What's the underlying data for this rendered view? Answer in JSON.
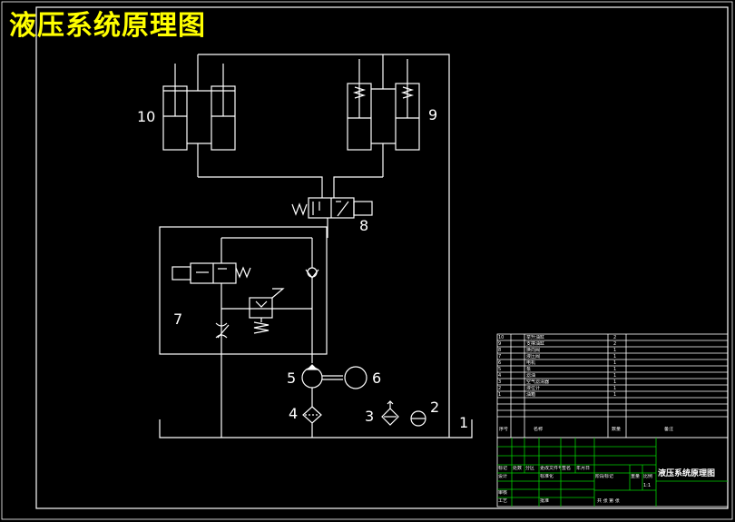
{
  "title": "液压系统原理图",
  "component_labels": {
    "c1": "1",
    "c2": "2",
    "c3": "3",
    "c4": "4",
    "c5": "5",
    "c6": "6",
    "c7": "7",
    "c8": "8",
    "c9": "9",
    "c10": "10"
  },
  "colors": {
    "background": "#000000",
    "line": "#ffffff",
    "title": "#ffff00",
    "table_green": "#00d000"
  },
  "parts_list": {
    "rows": [
      {
        "no": "10",
        "name": "举升油缸",
        "qty": "2"
      },
      {
        "no": "9",
        "name": "支撑油缸",
        "qty": "2"
      },
      {
        "no": "8",
        "name": "换向阀",
        "qty": "1"
      },
      {
        "no": "7",
        "name": "液压阀",
        "qty": "1"
      },
      {
        "no": "6",
        "name": "电机",
        "qty": "1"
      },
      {
        "no": "5",
        "name": "泵",
        "qty": "1"
      },
      {
        "no": "4",
        "name": "滤油",
        "qty": "1"
      },
      {
        "no": "3",
        "name": "空气滤清器",
        "qty": "1"
      },
      {
        "no": "2",
        "name": "液位计",
        "qty": "1"
      },
      {
        "no": "1",
        "name": "油箱",
        "qty": "1"
      }
    ],
    "header": {
      "no": "序号",
      "name": "名称",
      "qty": "数量",
      "note": "备注"
    }
  },
  "title_block": {
    "drawing_title": "液压系统原理图",
    "row1": [
      "标记",
      "处数",
      "分区",
      "更改文件号",
      "签名",
      "年月日"
    ],
    "design": "设计",
    "standardize": "标准化",
    "stage_label": "阶段标记",
    "weight_label": "重量",
    "scale_label": "比例",
    "scale_value": "1:1",
    "review": "审核",
    "process": "工艺",
    "approve": "批准",
    "sheet_info": "共 张 第 张"
  }
}
